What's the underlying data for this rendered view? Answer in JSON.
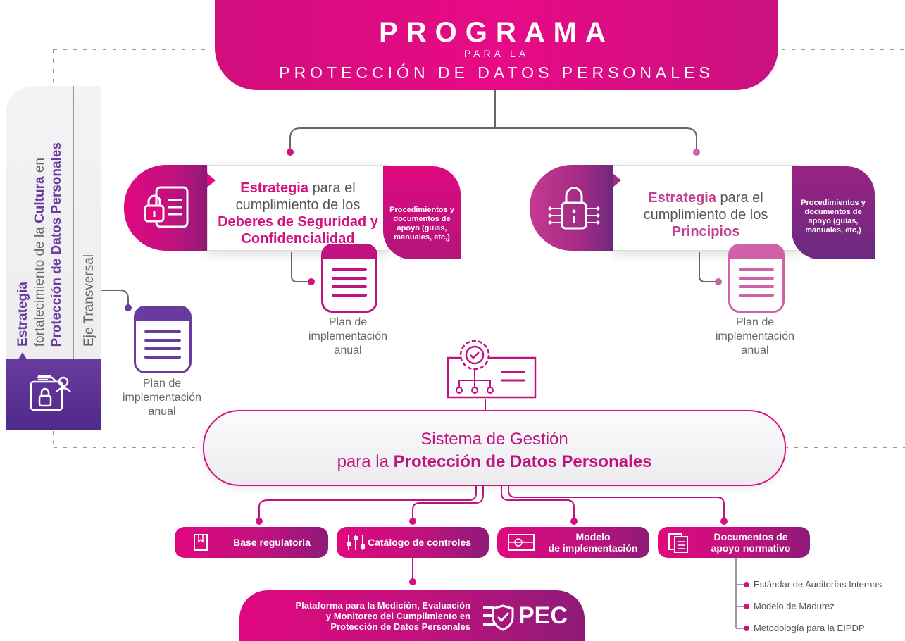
{
  "header": {
    "title": "PROGRAMA",
    "subtitle": "PARA LA",
    "subtitle2": "PROTECCIÓN DE DATOS PERSONALES"
  },
  "left_band": {
    "line1_bold": "Estrategia",
    "line2_pre": "fortalecimiento de la ",
    "line2_bold": "Cultura",
    "line2_post": " en",
    "line3": "Protección de Datos Personales",
    "axis_label": "Eje Transversal"
  },
  "strategy_left": {
    "word": "Estrategia",
    "rest1": " para el",
    "rest2": "cumplimiento de los",
    "bold1": "Deberes de Seguridad y",
    "bold2": "Confidencialidad",
    "side_text": "Procedimientos y documentos de apoyo (guías, manuales, etc,)"
  },
  "strategy_right": {
    "word": "Estrategia",
    "rest1": " para el",
    "rest2": "cumplimiento de los",
    "bold1": "Principios",
    "side_text": "Procedimientos y documentos de apoyo (guías, manuales, etc,)"
  },
  "plan_label": {
    "line1": "Plan de",
    "line2": "implementación",
    "line3": "anual"
  },
  "sistema": {
    "line1": "Sistema de Gestión",
    "line2_pre": "para la ",
    "line2_bold": "Protección de Datos Personales"
  },
  "components": {
    "base": "Base regulatoria",
    "catalogo": "Catálogo de controles",
    "modelo_l1": "Modelo",
    "modelo_l2": "de implementación",
    "docs_l1": "Documentos de",
    "docs_l2": "apoyo normativo"
  },
  "pec": {
    "line1": "Plataforma para la Medición, Evaluación",
    "line2": "y Monitoreo del Cumplimiento en",
    "line3": "Protección de Datos Personales",
    "logo": "PEC"
  },
  "sub_items": [
    "Estándar de Auditorías Internas",
    "Modelo de Madurez",
    "Metodología para la EIPDP"
  ]
}
